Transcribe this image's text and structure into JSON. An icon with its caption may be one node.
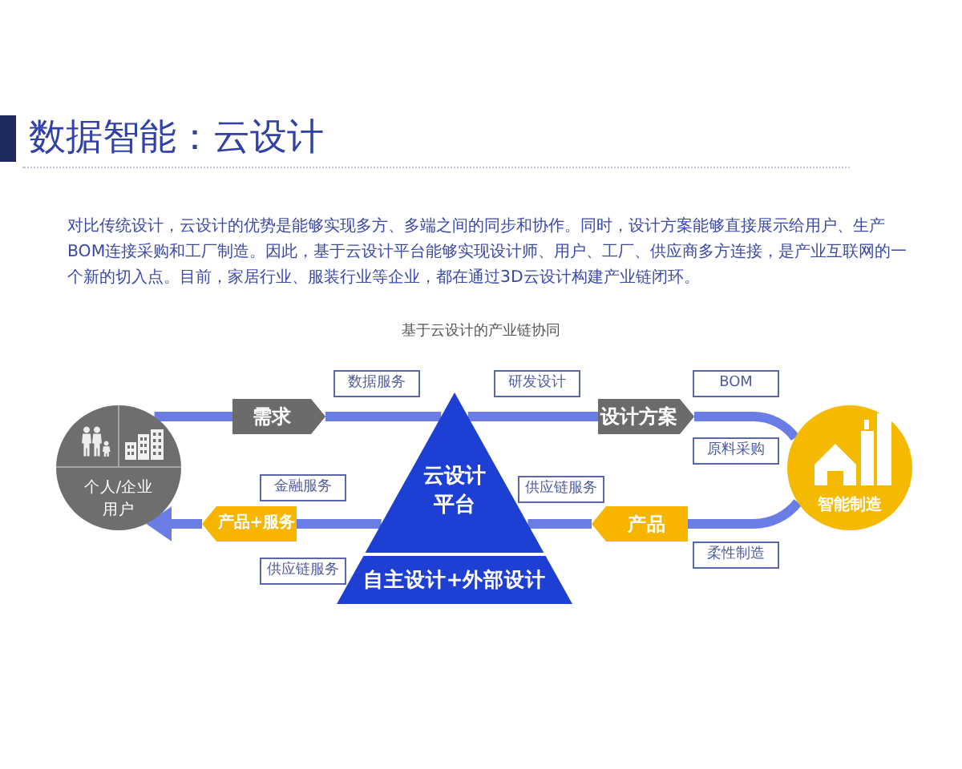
{
  "diagram": {
    "title": "数据智能：云设计",
    "nodes": [
      {
        "text": [
          "数据服务"
        ]
      },
      {
        "text": [
          "研发设计"
        ]
      },
      {
        "text": [
          "BOM"
        ]
      },
      {
        "text": [
          "需求"
        ]
      },
      {
        "text": [
          "设计方案"
        ]
      },
      {
        "text": [
          "个人/企业用户"
        ]
      },
      {
        "text": [
          "云设计平台",
          "自主设计+外部设计"
        ]
      },
      {
        "text": [
          "原料采购"
        ]
      },
      {
        "text": [
          "金融服务"
        ]
      },
      {
        "text": [
          "供应链服务"
        ]
      },
      {
        "text": [
          "智能制造"
        ]
      },
      {
        "text": [
          "产品+服务"
        ]
      },
      {
        "text": [
          "产品"
        ]
      },
      {
        "text": [
          "供应链服务"
        ]
      },
      {
        "text": [
          "柔性制造"
        ]
      }
    ],
    "edges": [
      {
        "from": 5,
        "to": 3,
        "arrow": "none"
      },
      {
        "from": 3,
        "to": 6,
        "arrow": "none"
      },
      {
        "from": 6,
        "to": 4,
        "arrow": "none"
      },
      {
        "from": 4,
        "to": 10,
        "arrow": "none"
      },
      {
        "from": 10,
        "to": 12,
        "arrow": "none"
      },
      {
        "from": 12,
        "to": 6,
        "arrow": "none"
      },
      {
        "from": 6,
        "to": 11,
        "arrow": "none"
      },
      {
        "from": 11,
        "to": 5,
        "arrow": "to"
      }
    ],
    "labels": [
      "对比传统设计，云设计的优势是能够实现多方、多端之间的同步和协作。同时，设计方案能够直接展示给用户、生产BOM连接采购和工厂制造。因此，基于云设计平台能够实现设计师、用户、工厂、供应商多方连接，是产业互联网的一个新的切入点。目前，家居行业、服装行业等企业，都在通过3D云设计构建产业链闭环。",
      "基于云设计的产业链协同"
    ]
  }
}
